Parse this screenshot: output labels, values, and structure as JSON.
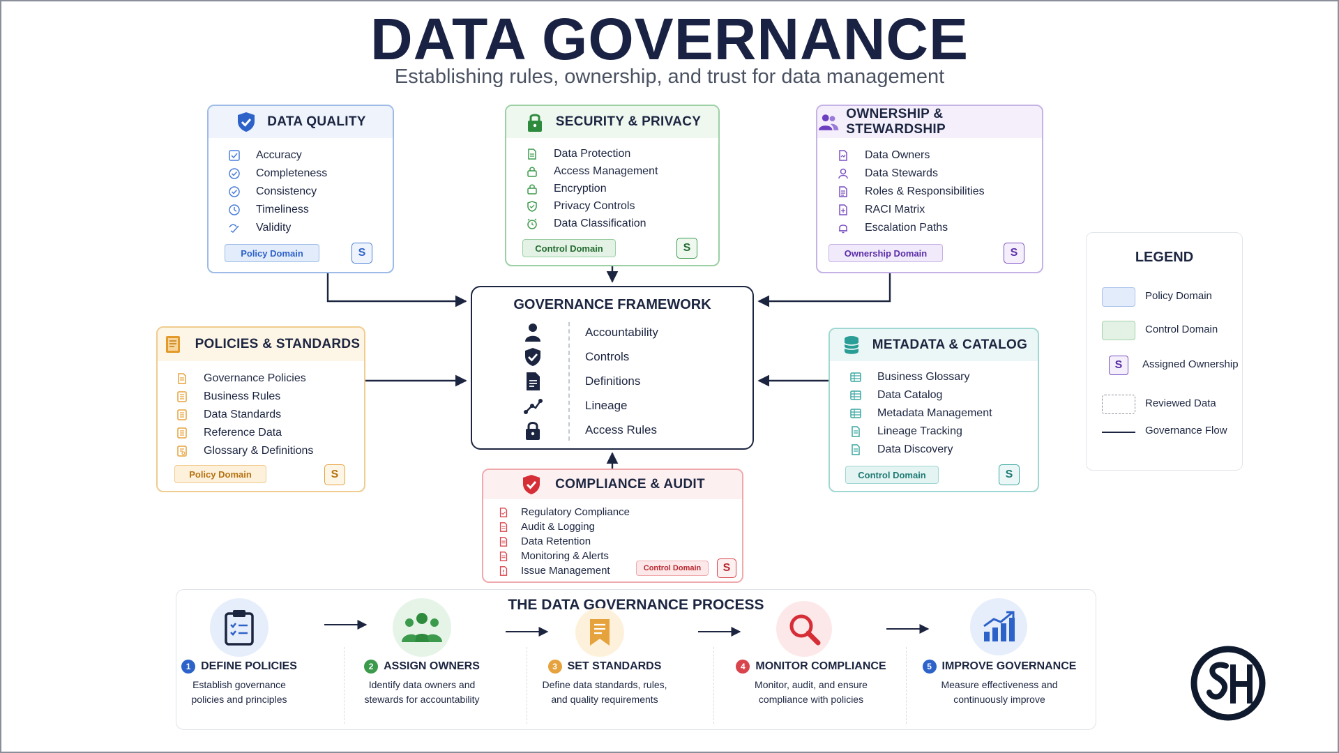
{
  "title": "DATA GOVERNANCE",
  "subtitle": "Establishing rules, ownership, and trust for data management",
  "colors": {
    "navy": "#1c2540",
    "quality": "#4a7ed8",
    "security": "#3c9a4c",
    "ownership": "#7a4fc2",
    "policies": "#e6a23c",
    "metadata": "#3aa7a0",
    "compliance": "#d9434b"
  },
  "cards": {
    "quality": {
      "title": "DATA QUALITY",
      "icon": "shield-check-icon",
      "items": [
        "Accuracy",
        "Completeness",
        "Consistency",
        "Timeliness",
        "Validity"
      ],
      "badge": "Policy Domain",
      "s": "S"
    },
    "security": {
      "title": "SECURITY & PRIVACY",
      "icon": "lock-icon",
      "items": [
        "Data Protection",
        "Access Management",
        "Encryption",
        "Privacy Controls",
        "Data Classification"
      ],
      "badge": "Control Domain",
      "s": "S"
    },
    "ownership": {
      "title": "OWNERSHIP & STEWARDSHIP",
      "icon": "users-icon",
      "items": [
        "Data Owners",
        "Data Stewards",
        "Roles & Responsibilities",
        "RACI Matrix",
        "Escalation Paths"
      ],
      "badge": "Ownership Domain",
      "s": "S"
    },
    "policies": {
      "title": "POLICIES & STANDARDS",
      "icon": "book-icon",
      "items": [
        "Governance Policies",
        "Business Rules",
        "Data Standards",
        "Reference Data",
        "Glossary & Definitions"
      ],
      "badge": "Policy Domain",
      "s": "S"
    },
    "metadata": {
      "title": "METADATA & CATALOG",
      "icon": "database-icon",
      "items": [
        "Business Glossary",
        "Data Catalog",
        "Metadata Management",
        "Lineage Tracking",
        "Data Discovery"
      ],
      "badge": "Control Domain",
      "s": "S"
    },
    "compliance": {
      "title": "COMPLIANCE & AUDIT",
      "icon": "shield-icon",
      "items": [
        "Regulatory Compliance",
        "Audit & Logging",
        "Data Retention",
        "Monitoring & Alerts",
        "Issue Management"
      ],
      "badge": "Control Domain",
      "s": "S"
    }
  },
  "framework": {
    "title": "GOVERNANCE FRAMEWORK",
    "items": [
      {
        "label": "Accountability",
        "icon": "person-icon"
      },
      {
        "label": "Controls",
        "icon": "shield-check-icon"
      },
      {
        "label": "Definitions",
        "icon": "document-icon"
      },
      {
        "label": "Lineage",
        "icon": "lineage-icon"
      },
      {
        "label": "Access Rules",
        "icon": "lock-icon"
      }
    ]
  },
  "legend": {
    "title": "LEGEND",
    "items": [
      {
        "label": "Policy Domain",
        "swatch": "#e3ecfa"
      },
      {
        "label": "Control Domain",
        "swatch": "#e3f2e4"
      },
      {
        "label": "Assigned Ownership",
        "swatch": "S"
      },
      {
        "label": "Reviewed Data",
        "swatch": "dashed"
      },
      {
        "label": "Governance Flow",
        "swatch": "line"
      }
    ]
  },
  "process": {
    "title": "THE DATA GOVERNANCE PROCESS",
    "steps": [
      {
        "num": "1",
        "title": "DEFINE POLICIES",
        "desc": "Establish governance policies and principles",
        "icon": "clipboard-icon",
        "color": "#2d62c9"
      },
      {
        "num": "2",
        "title": "ASSIGN OWNERS",
        "desc": "Identify data owners and stewards for accountability",
        "icon": "team-icon",
        "color": "#3c9a4c"
      },
      {
        "num": "3",
        "title": "SET STANDARDS",
        "desc": "Define data standards, rules, and quality requirements",
        "icon": "bookmark-icon",
        "color": "#e6a23c"
      },
      {
        "num": "4",
        "title": "MONITOR COMPLIANCE",
        "desc": "Monitor, audit, and ensure compliance with policies",
        "icon": "magnifier-icon",
        "color": "#d9434b"
      },
      {
        "num": "5",
        "title": "IMPROVE GOVERNANCE",
        "desc": "Measure effectiveness and continuously improve",
        "icon": "growth-chart-icon",
        "color": "#2d62c9"
      }
    ]
  },
  "logo": {
    "icon": "sh-monogram-icon"
  }
}
